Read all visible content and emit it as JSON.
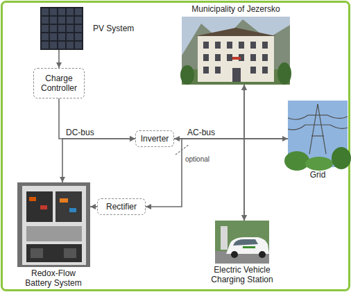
{
  "diagram": {
    "nodes": [
      {
        "text": [
          "PV System"
        ]
      },
      {
        "text": [
          "Municipality of Jezersko"
        ]
      },
      {
        "text": [
          "Charge Controller"
        ]
      },
      {
        "text": [
          "Inverter"
        ]
      },
      {
        "text": [
          "Grid"
        ]
      },
      {
        "text": [
          "Redox-Flow Battery System"
        ]
      },
      {
        "text": [
          "Rectifier"
        ]
      },
      {
        "text": [
          "Electric Vehicle Charging Station"
        ]
      }
    ],
    "edges": [
      {
        "from": 0,
        "to": 2,
        "arrow": "to"
      },
      {
        "from": 2,
        "to": 3,
        "arrow": "to"
      },
      {
        "from": 5,
        "to": 3,
        "arrow": "both"
      },
      {
        "from": 3,
        "to": 1,
        "arrow": "to"
      },
      {
        "from": 3,
        "to": 7,
        "arrow": "to"
      },
      {
        "from": 3,
        "to": 4,
        "arrow": "both"
      },
      {
        "from": 4,
        "to": 1,
        "arrow": "to"
      },
      {
        "from": 4,
        "to": 7,
        "arrow": "to"
      },
      {
        "from": 3,
        "to": 6,
        "arrow": "to"
      },
      {
        "from": 6,
        "to": 5,
        "arrow": "to"
      }
    ],
    "labels": [
      "DC-bus",
      "AC-bus",
      "optional"
    ]
  }
}
